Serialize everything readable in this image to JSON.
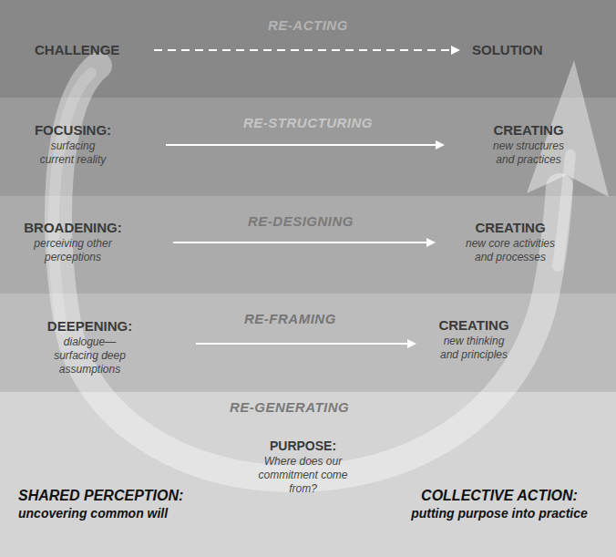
{
  "diagram": {
    "nodes": [
      {
        "text": [
          "RE-ACTING"
        ]
      },
      {
        "text": [
          "CHALLENGE"
        ],
        "in": 0
      },
      {
        "text": [
          "SOLUTION"
        ],
        "in": 0
      },
      {
        "text": [
          "RE-STRUCTURING"
        ]
      },
      {
        "text": [
          "FOCUSING:",
          "surfacing current reality"
        ],
        "in": 3
      },
      {
        "text": [
          "CREATING",
          "new structures and practices"
        ],
        "in": 3
      },
      {
        "text": [
          "RE-DESIGNING"
        ]
      },
      {
        "text": [
          "BROADENING:",
          "perceiving other perceptions"
        ],
        "in": 6
      },
      {
        "text": [
          "CREATING",
          "new core activities and processes"
        ],
        "in": 6
      },
      {
        "text": [
          "RE-FRAMING"
        ]
      },
      {
        "text": [
          "DEEPENING:",
          "dialogue— surfacing deep assumptions"
        ],
        "in": 9
      },
      {
        "text": [
          "CREATING",
          "new thinking and principles"
        ],
        "in": 9
      },
      {
        "text": [
          "RE-GENERATING"
        ]
      },
      {
        "text": [
          "PURPOSE:",
          "Where does our commitment come from?"
        ],
        "in": 12
      },
      {
        "text": [
          "SHARED PERCEPTION:",
          "uncovering common will"
        ],
        "in": 12
      },
      {
        "text": [
          "COLLECTIVE ACTION:",
          "putting purpose into practice"
        ],
        "in": 12
      }
    ],
    "edges": [
      {
        "from": 1,
        "to": 2,
        "arrow": "to"
      },
      {
        "from": 4,
        "to": 5,
        "arrow": "to"
      },
      {
        "from": 7,
        "to": 8,
        "arrow": "to"
      },
      {
        "from": 10,
        "to": 11,
        "arrow": "to"
      }
    ]
  }
}
